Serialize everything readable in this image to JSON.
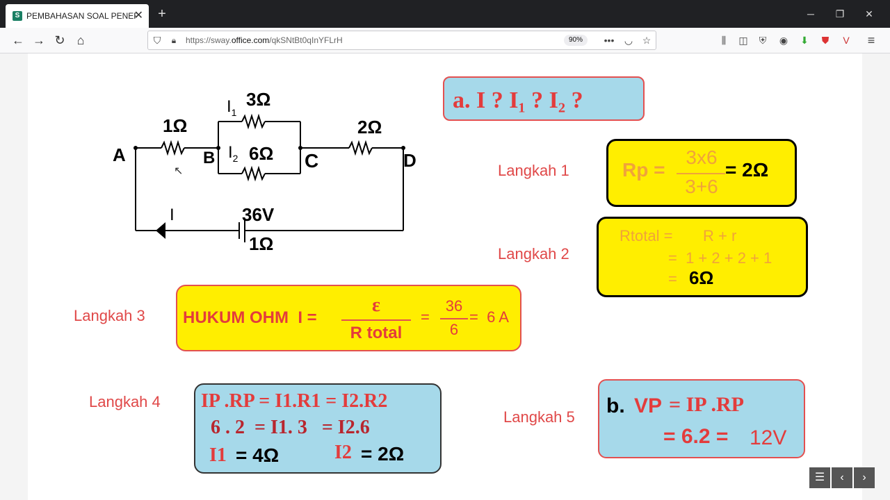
{
  "browser": {
    "tab_title": "PEMBAHASAN SOAL PENERAP",
    "tab_favicon": "S",
    "new_tab": "+",
    "url_prefix": "https://sway.",
    "url_domain": "office.com",
    "url_path": "/qkSNtBt0qInYFLrH",
    "zoom": "90%"
  },
  "circuit": {
    "node_a": "A",
    "node_b": "B",
    "node_c": "C",
    "node_d": "D",
    "r_ab": "1Ω",
    "r_top": "3Ω",
    "r_mid": "6Ω",
    "r_cd": "2Ω",
    "i1": "I",
    "i1_sub": "1",
    "i2": "I",
    "i2_sub": "2",
    "current": "I",
    "emf": "36V",
    "internal_r": "1Ω"
  },
  "question": {
    "text": "a.   I ? I₁ ? I₂ ?"
  },
  "steps": {
    "step1_label": "Langkah 1",
    "step1_lhs": "Rp =",
    "step1_num": "3x6",
    "step1_den": "3+6",
    "step1_rhs": "= 2Ω",
    "step2_label": "Langkah 2",
    "step2_line1_a": "Rtotal =",
    "step2_line1_b": "R + r",
    "step2_line2": "=  1 + 2 + 2 + 1",
    "step2_line3_eq": "=",
    "step2_line3_val": "6Ω",
    "step3_label": "Langkah 3",
    "step3_title": "HUKUM OHM  I =",
    "step3_num": "ε",
    "step3_den": "R total",
    "step3_eq": "=",
    "step3_num2": "36",
    "step3_den2": "6",
    "step3_result": "=  6 A",
    "step4_label": "Langkah 4",
    "step4_line1": "IP .RP = I1.R1 = I2.R2",
    "step4_line2": "6 . 2  = I1. 3   = I2.6",
    "step4_line3_a": "I1",
    "step4_line3_b": "= 4Ω",
    "step4_line3_c": "I2",
    "step4_line3_d": "= 2Ω",
    "step5_label": "Langkah 5",
    "step5_line1_a": "b.",
    "step5_line1_b": "VP",
    "step5_line1_c": "= IP .RP",
    "step5_line2_a": "= 6.2 =",
    "step5_line2_b": "12V"
  }
}
